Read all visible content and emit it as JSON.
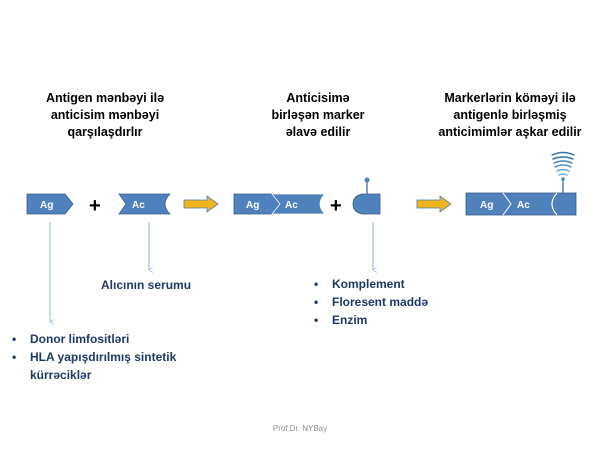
{
  "steps": [
    {
      "heading_lines": [
        "Antigen mənbəyi ilə",
        "anticisim  mənbəyi",
        "qarşılaşdırlır"
      ]
    },
    {
      "heading_lines": [
        "Anticisimə",
        "birləşən marker",
        "əlavə edilir"
      ]
    },
    {
      "heading_lines": [
        "Markerlərin köməyi ilə",
        "antigenlə birləşmiş",
        "anticimimlər aşkar edilir"
      ]
    }
  ],
  "shapes": {
    "antigen_label": "Ag",
    "antibody_label": "Ac",
    "plus": "+"
  },
  "antibody_source": "Alıcının serumu",
  "antigen_sources": [
    "Donor limfositləri",
    "HLA yapışdırılmış sintetik kürrəciklər"
  ],
  "marker_types": [
    "Komplement",
    "Floresent maddə",
    "Enzim"
  ],
  "footer": "Prof.Dr. NYBay",
  "colors": {
    "shape_fill": "#4f81bd",
    "shape_stroke": "#385d8a",
    "arrow_fill": "#f0b41c",
    "arrow_stroke": "#4f81bd",
    "text_blue": "#1f3864",
    "connector": "#95b3d7"
  }
}
